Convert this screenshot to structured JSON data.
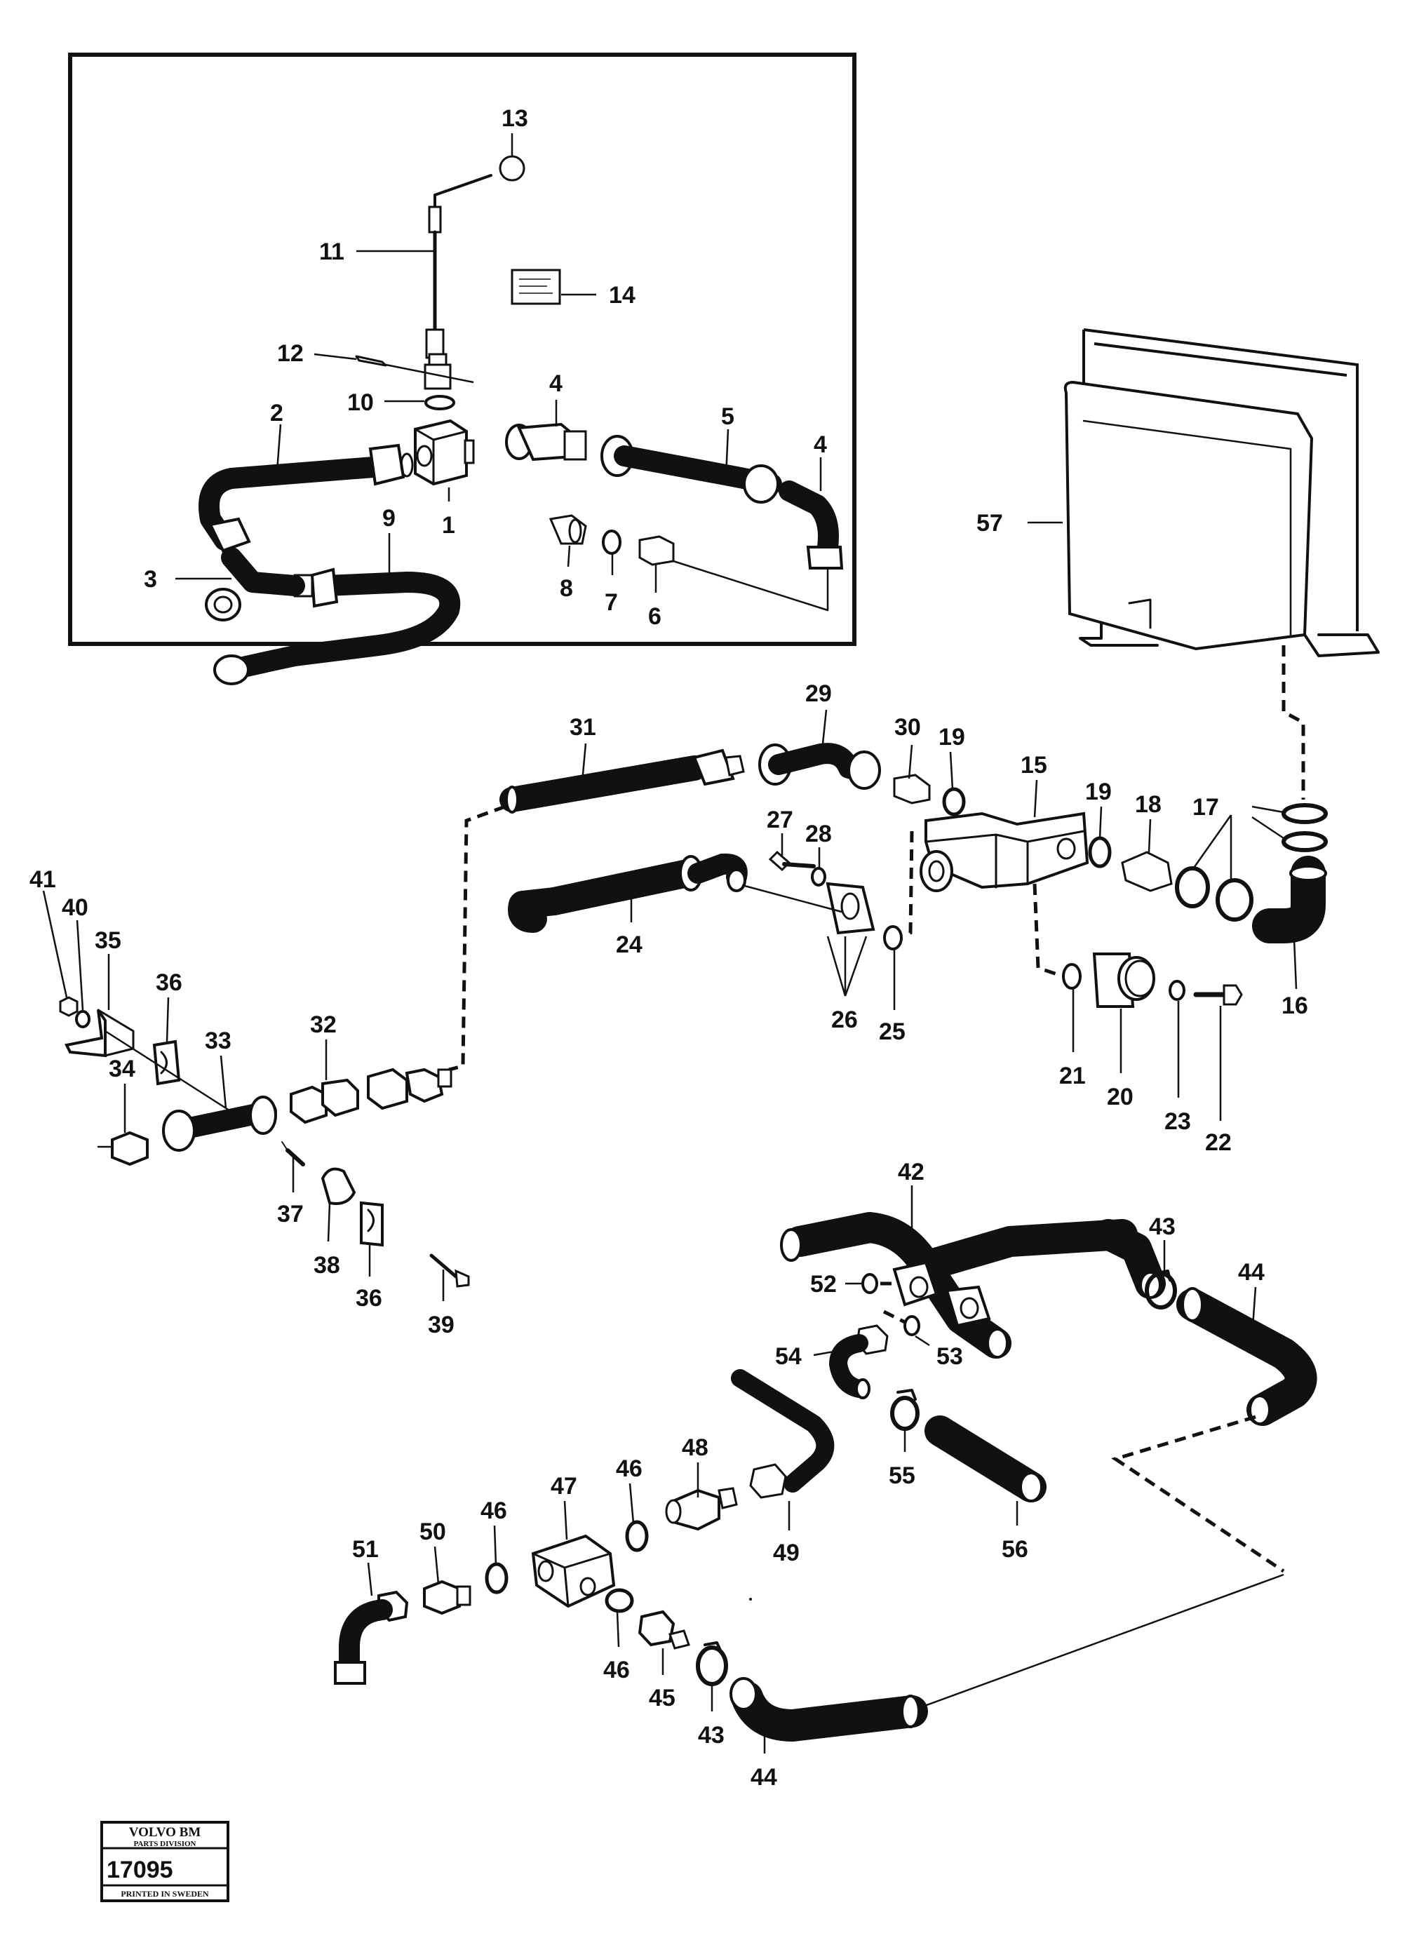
{
  "callouts": {
    "c1": "1",
    "c2": "2",
    "c3": "3",
    "c4a": "4",
    "c4b": "4",
    "c5": "5",
    "c6": "6",
    "c7": "7",
    "c8": "8",
    "c9": "9",
    "c10": "10",
    "c11": "11",
    "c12": "12",
    "c13": "13",
    "c14": "14",
    "c15": "15",
    "c16": "16",
    "c17": "17",
    "c18": "18",
    "c19a": "19",
    "c19b": "19",
    "c20": "20",
    "c21": "21",
    "c22": "22",
    "c23": "23",
    "c24": "24",
    "c25": "25",
    "c26": "26",
    "c27": "27",
    "c28": "28",
    "c29": "29",
    "c30": "30",
    "c31": "31",
    "c32": "32",
    "c33": "33",
    "c34": "34",
    "c35": "35",
    "c36a": "36",
    "c36b": "36",
    "c37": "37",
    "c38": "38",
    "c39": "39",
    "c40": "40",
    "c41": "41",
    "c42": "42",
    "c43a": "43",
    "c43b": "43",
    "c44a": "44",
    "c44b": "44",
    "c45": "45",
    "c46a": "46",
    "c46b": "46",
    "c46c": "46",
    "c47": "47",
    "c48": "48",
    "c49": "49",
    "c50": "50",
    "c51": "51",
    "c52": "52",
    "c53": "53",
    "c54": "54",
    "c55": "55",
    "c56": "56",
    "c57": "57"
  },
  "stamp": {
    "brand": "VOLVO BM",
    "division": "PARTS DIVISION",
    "number": "17095",
    "printed": "PRINTED IN SWEDEN"
  }
}
